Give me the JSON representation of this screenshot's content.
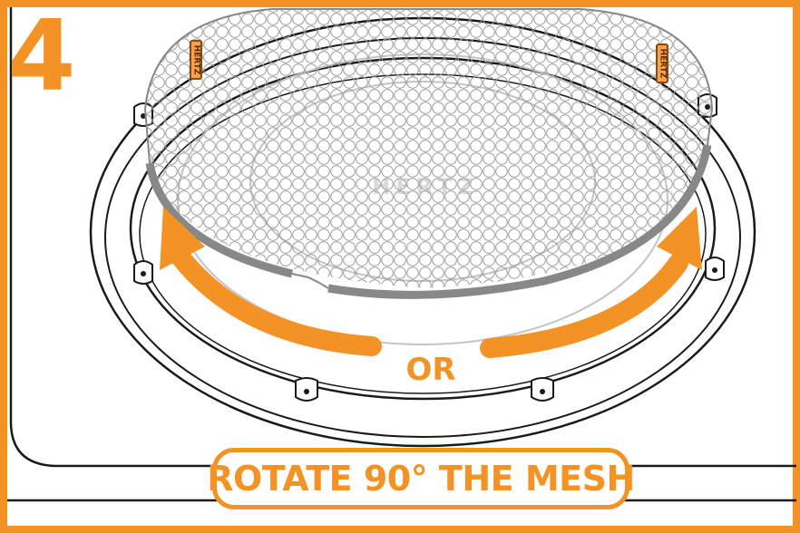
{
  "step": {
    "number": "4"
  },
  "labels": {
    "or": "OR"
  },
  "caption": {
    "text": "ROTATE 90° THE MESH"
  },
  "brand": {
    "tag_text": "HERTZ",
    "center_logo": "HERTZ"
  },
  "colors": {
    "accent": "#f39325",
    "line": "#1a1a1a",
    "mesh_rim": "#888888"
  },
  "icons": {
    "left_arrow": "curved-arrow-counterclockwise",
    "right_arrow": "curved-arrow-clockwise"
  }
}
